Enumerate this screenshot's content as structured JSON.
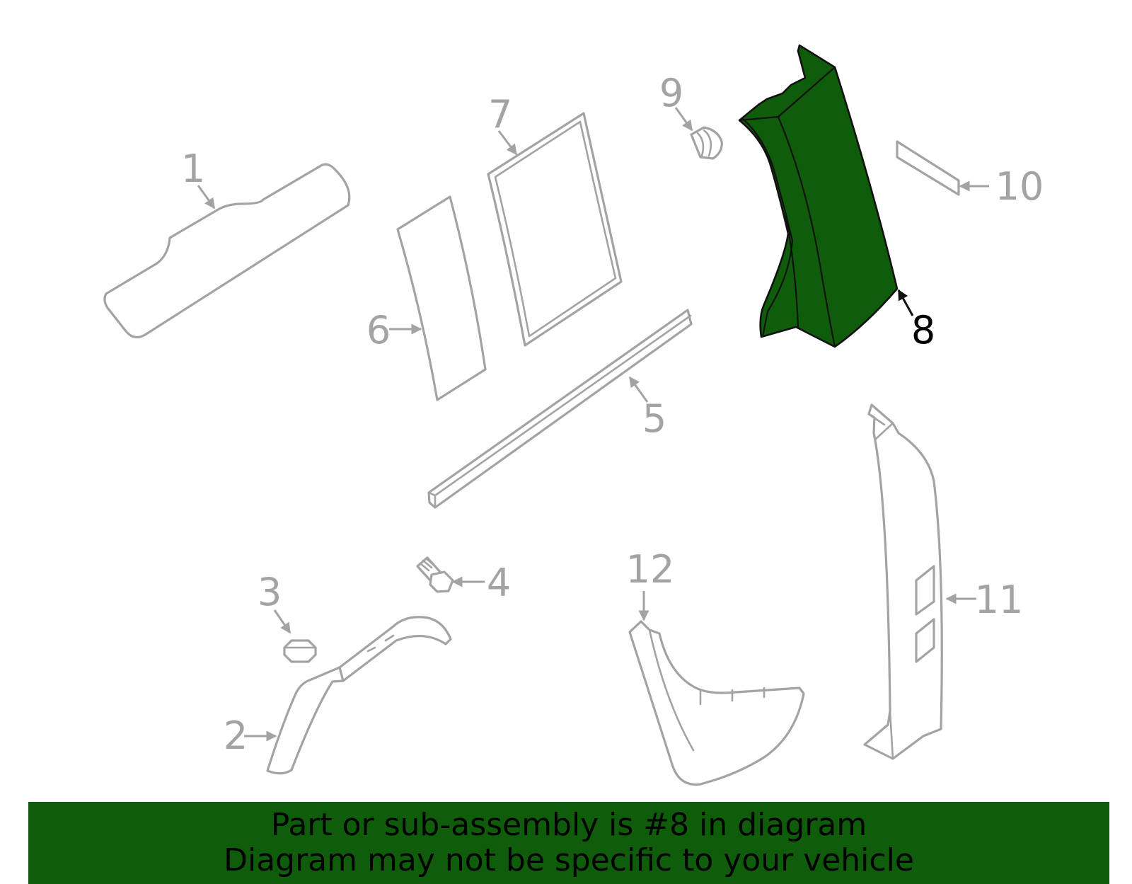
{
  "callouts": {
    "c1": "1",
    "c2": "2",
    "c3": "3",
    "c4": "4",
    "c5": "5",
    "c6": "6",
    "c7": "7",
    "c8": "8",
    "c9": "9",
    "c10": "10",
    "c11": "11",
    "c12": "12"
  },
  "highlighted_part": "8",
  "banner": {
    "line1": "Part or sub-assembly is #8 in diagram",
    "line2": "Diagram may not be specific to your vehicle",
    "background_color": "#0f5c0a"
  },
  "colors": {
    "highlight_fill": "#0f5c0a",
    "part_outline": "#a3a3a3"
  }
}
